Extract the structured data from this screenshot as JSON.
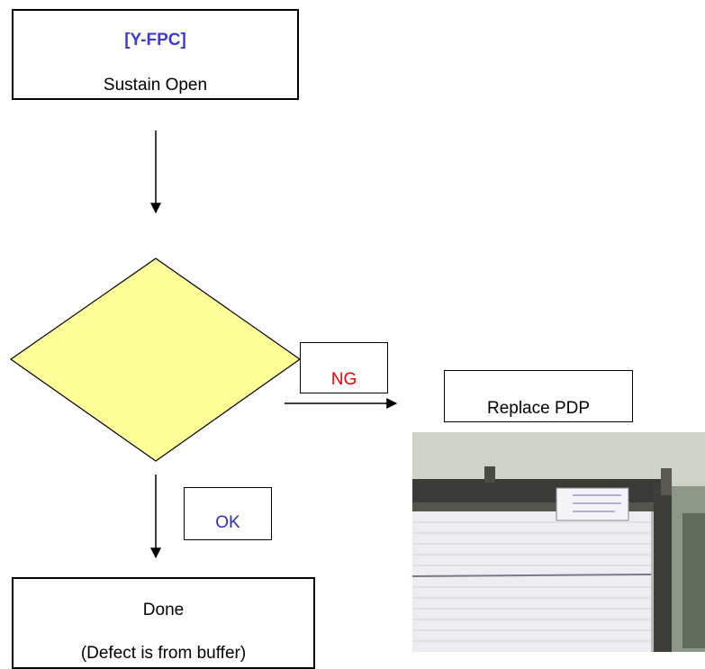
{
  "start_box": {
    "title": "[Y-FPC]",
    "subtitle": "Sustain Open"
  },
  "decision": {
    "ng_label": "NG",
    "ok_label": "OK"
  },
  "replace_box": {
    "label": "Replace PDP"
  },
  "done_box": {
    "line1": "Done",
    "line2": "(Defect is from buffer)"
  },
  "colors": {
    "title_blue": "#3b3bd6",
    "ng_red": "#ff0000",
    "ok_blue": "#2d2db8",
    "diamond_fill": "#ffff99"
  }
}
